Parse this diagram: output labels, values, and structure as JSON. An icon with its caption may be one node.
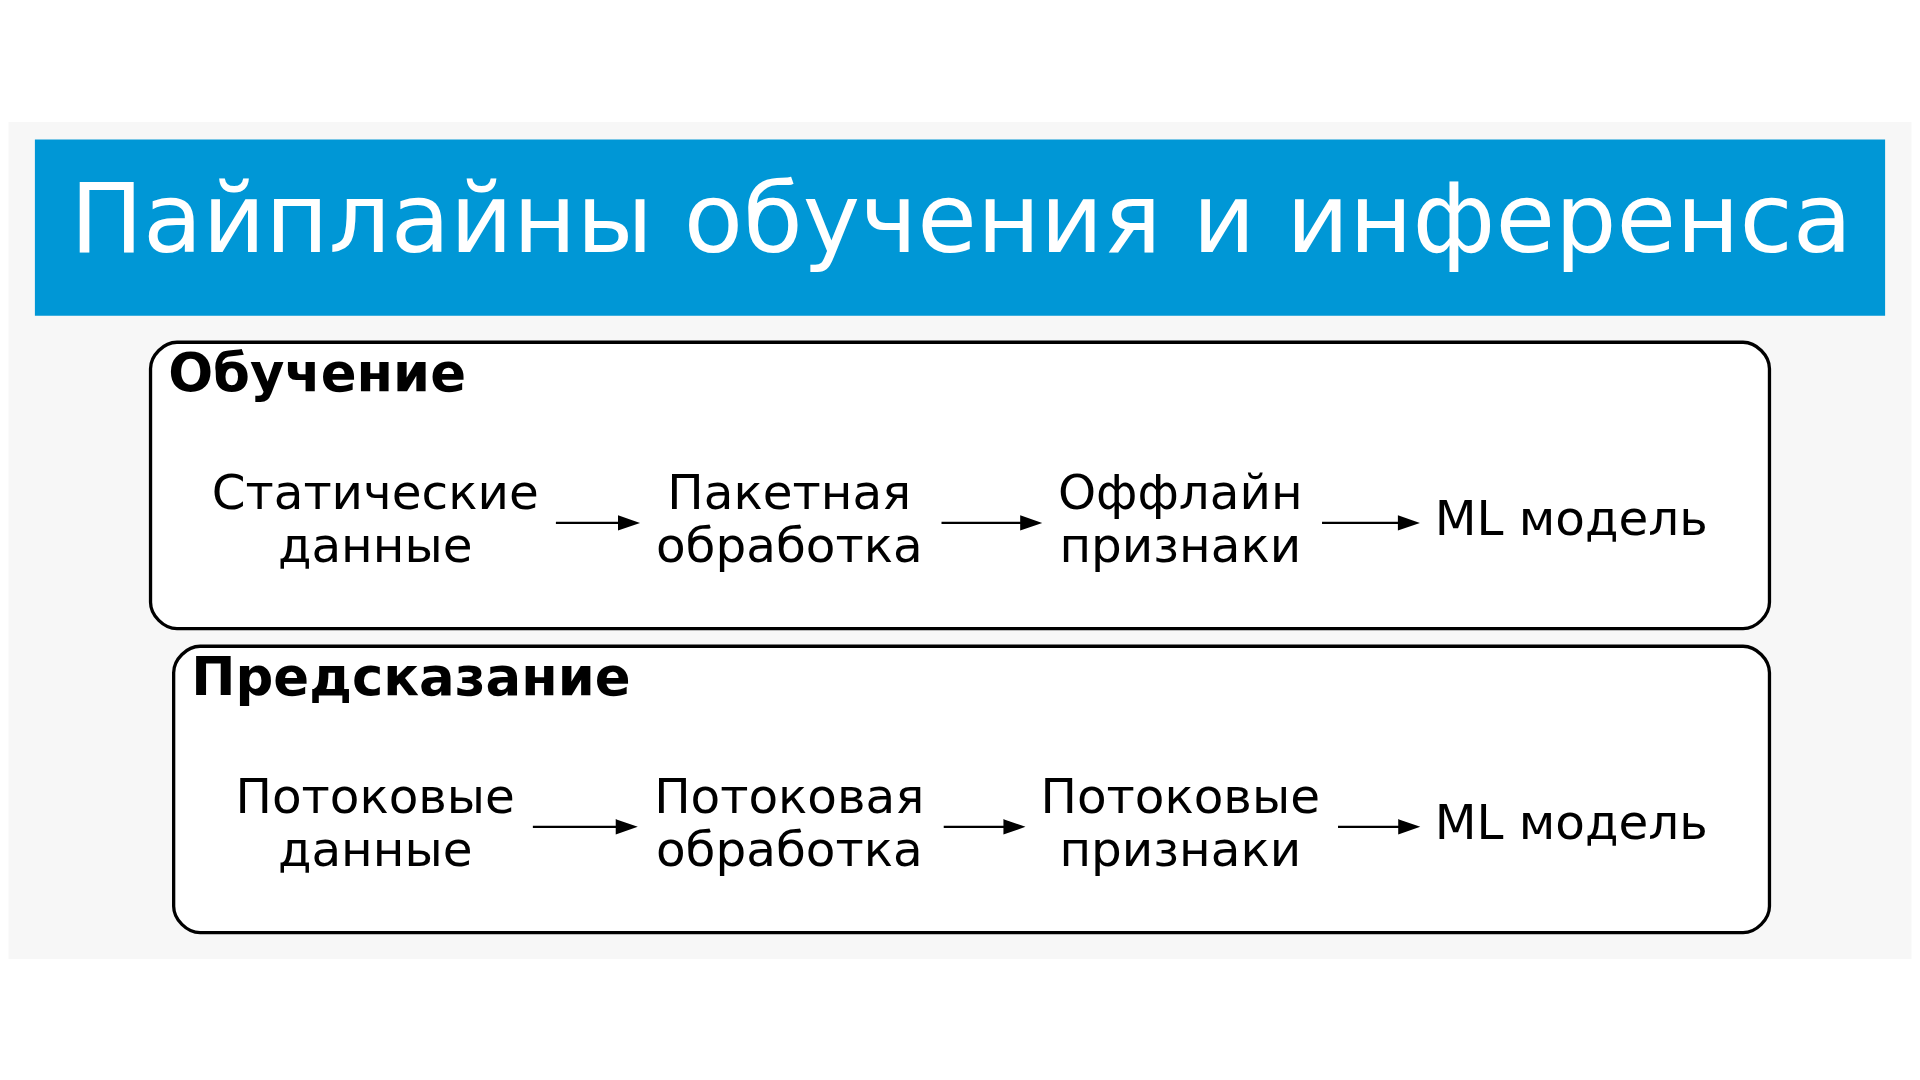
{
  "diagram": {
    "title": "Пайплайны обучения и инференса",
    "nodes": [
      {
        "text": [
          "Предсказание"
        ]
      },
      {
        "text": [
          "Потоковые данные"
        ],
        "in": 0
      },
      {
        "text": [
          "Потоковая обработка"
        ],
        "in": 0
      },
      {
        "text": [
          "Потоковые признаки"
        ],
        "in": 0
      },
      {
        "text": [
          "ML модель"
        ],
        "in": 0
      },
      {
        "text": [
          "Обучение"
        ]
      },
      {
        "text": [
          "Статические данные"
        ],
        "in": 5
      },
      {
        "text": [
          "Пакетная обработка"
        ],
        "in": 5
      },
      {
        "text": [
          "Оффлайн признаки"
        ],
        "in": 5
      },
      {
        "text": [
          "ML модель"
        ],
        "in": 5
      }
    ],
    "edges": [
      {
        "from": 1,
        "to": 2,
        "arrow": "to"
      },
      {
        "from": 2,
        "to": 3,
        "arrow": "to"
      },
      {
        "from": 3,
        "to": 4,
        "arrow": "to"
      },
      {
        "from": 6,
        "to": 7,
        "arrow": "to"
      },
      {
        "from": 7,
        "to": 8,
        "arrow": "to"
      },
      {
        "from": 8,
        "to": 9,
        "arrow": "to"
      }
    ]
  }
}
